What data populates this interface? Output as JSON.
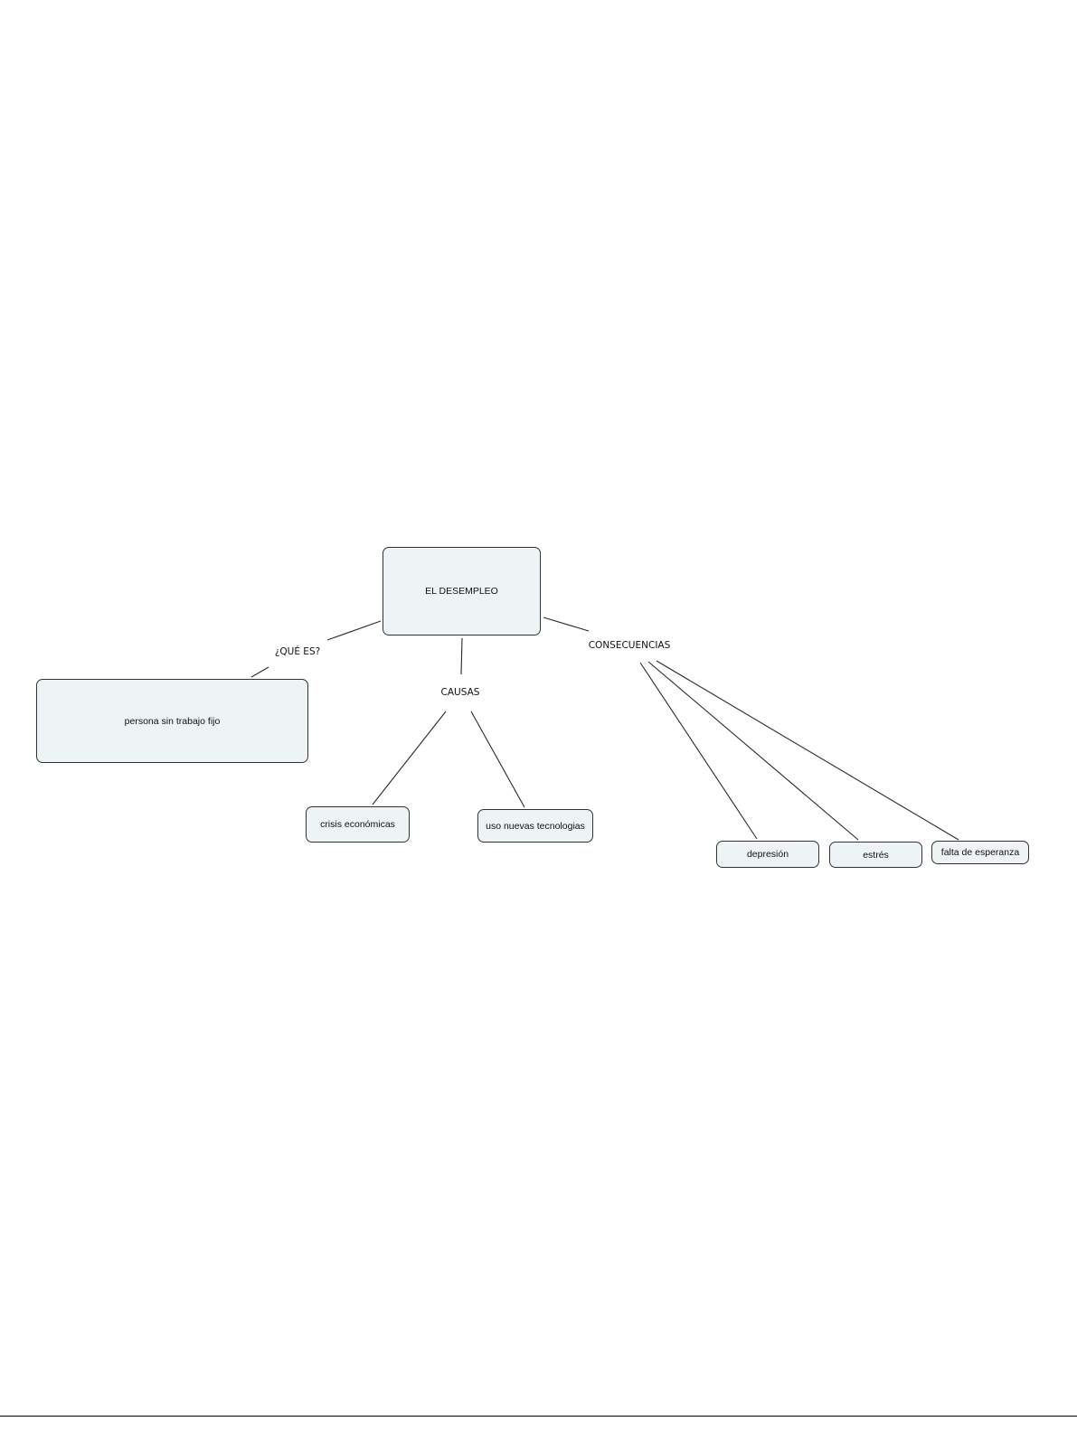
{
  "diagram": {
    "root": {
      "label": "EL DESEMPLEO"
    },
    "link_labels": {
      "que_es": "¿QUÉ ES?",
      "causas": "CAUSAS",
      "consecuencias": "CONSECUENCIAS"
    },
    "nodes": {
      "definicion": "persona sin trabajo fijo",
      "causa_1": "crisis económicas",
      "causa_2": "uso nuevas tecnologias",
      "consecuencia_1": "depresión",
      "consecuencia_2": "estrés",
      "consecuencia_3": "falta de esperanza"
    }
  }
}
